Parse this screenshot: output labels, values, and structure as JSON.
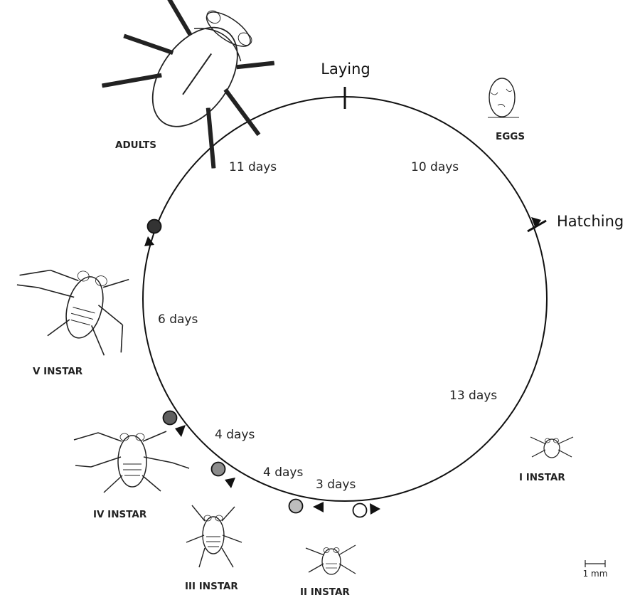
{
  "events": {
    "laying": "Laying",
    "hatching": "Hatching"
  },
  "durations": {
    "adults": "11 days",
    "eggs": "10 days",
    "instar1": "13 days",
    "instar2": "3 days",
    "instar3": "4 days",
    "instar4": "4 days",
    "instar5": "6 days"
  },
  "stages": {
    "adults": "ADULTS",
    "eggs": "EGGS",
    "instar1": "I INSTAR",
    "instar2": "II INSTAR",
    "instar3": "III INSTAR",
    "instar4": "IV INSTAR",
    "instar5": "V INSTAR"
  },
  "scale_bar": "1 mm",
  "stage_marker_colors": {
    "instar1": "#ffffff",
    "instar2": "#bdbdbd",
    "instar3": "#8c8c8c",
    "instar4": "#5f5f5f",
    "adult": "#333333"
  }
}
